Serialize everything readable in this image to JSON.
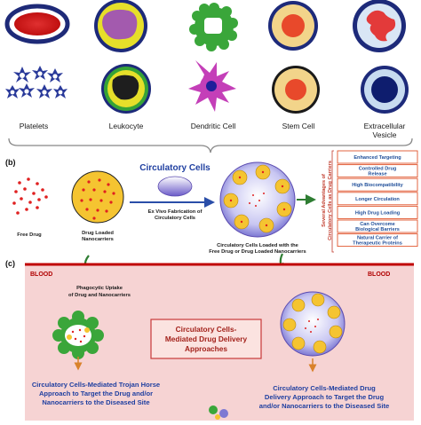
{
  "panel_a": {
    "cells": [
      {
        "label": "Platelets"
      },
      {
        "label": "Leukocyte"
      },
      {
        "label": "Dendritic Cell"
      },
      {
        "label": "Stem Cell"
      },
      {
        "label": "Extracellular",
        "label2": "Vesicle"
      }
    ]
  },
  "panel_b": {
    "tag": "(b)",
    "free_drug": "Free Drug",
    "drug_loaded": "Drug Loaded",
    "drug_loaded2": "Nanocarriers",
    "title": "Circulatory Cells",
    "ex_vivo": "Ex Vivo Fabrication of",
    "ex_vivo2": "Circulatory Cells",
    "loaded_caption": "Circulatory Cells Loaded with the",
    "loaded_caption2": "Free Drug or Drug Loaded Nanocarriers",
    "vertical_label": "Several Advantages of",
    "vertical_label2": "Circulatory Cells as Drug Carriers",
    "advantages": [
      {
        "line1": "Enhanced Targeting",
        "line2": ""
      },
      {
        "line1": "Controlled Drug",
        "line2": "Release"
      },
      {
        "line1": "High Biocompatibility",
        "line2": ""
      },
      {
        "line1": "Longer Circulation",
        "line2": ""
      },
      {
        "line1": "High Drug Loading",
        "line2": ""
      },
      {
        "line1": "Can Overcome",
        "line2": "Biological Barriers"
      },
      {
        "line1": "Natural  Carrier of",
        "line2": "Therapeutic Proteins"
      }
    ]
  },
  "panel_c": {
    "tag": "(c)",
    "blood_left": "BLOOD",
    "blood_right": "BLOOD",
    "phagocytic": "Phagocytic Uptake",
    "phagocytic2": "of Drug and Nanocarriers",
    "center_line1": "Circulatory Cells-",
    "center_line2": "Mediated Drug Delivery",
    "center_line3": "Approaches",
    "left_caption1": "Circulatory Cells-Mediated Trojan Horse",
    "left_caption2": "Approach to Target the Drug and/or",
    "left_caption3": "Nanocarriers to the Diseased Site",
    "right_caption1": "Circulatory Cells-Mediated Drug",
    "right_caption2": "Delivery Approach to Target the Drug",
    "right_caption3": "and/or Nanocarriers to the Diseased Site"
  },
  "colors": {
    "blood_bg": "#f6d3d3",
    "blood_line": "#c00000",
    "adv_border": "#e0542c",
    "adv_text": "#1f4e99",
    "center_box": "#c83a3a"
  }
}
